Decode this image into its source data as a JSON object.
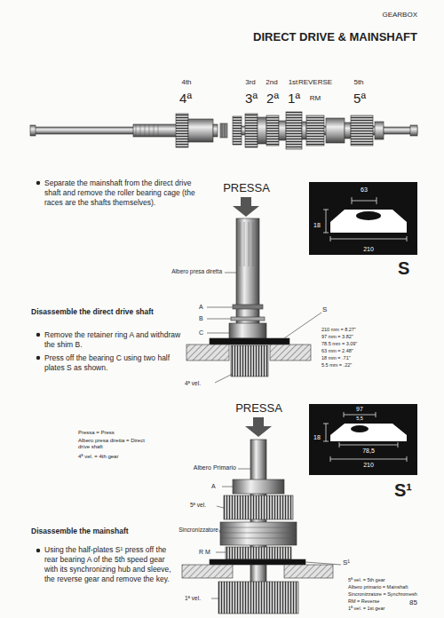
{
  "diagram": {
    "title": "DIRECT DRIVE & MAINSHAFT",
    "nodes": [
      {
        "text": [
          "63",
          "18",
          "210",
          "S"
        ]
      },
      {
        "text": [
          "97",
          "5,5",
          "18",
          "78,5",
          "210",
          "S¹"
        ]
      }
    ],
    "labels": [
      "GEARBOX",
      "4th",
      "3rd",
      "2nd",
      "1st",
      "REVERSE",
      "5th",
      "4ª",
      "3ª",
      "2ª",
      "1ª",
      "RM",
      "5ª",
      "Separate the mainshaft from the direct drive shaft and remove the roller bearing cage (the races are the shafts themselves).",
      "PRESSA",
      "Albero presa diretta",
      "Disassemble the direct drive shaft",
      "Remove the retainer ring A and withdraw the shim B.",
      "Press off the bearing C using two half plates S as shown.",
      "A",
      "B",
      "C",
      "S",
      "4ª vel.",
      "210 mm = 8.27\"",
      "97 mm = 3.82\"",
      "78.5 mm = 3.09\"",
      "63 mm = 2.48\"",
      "18 mm = .71\"",
      "5.5 mm = .22\"",
      "Pressa = Press",
      "Albero presa diretta = Direct drive shaft",
      "4ª vel. = 4th gear",
      "PRESSA",
      "Albero Primario",
      "A",
      "5ª vel.",
      "Sincronizzatore",
      "R M",
      "1ª vel.",
      "S¹",
      "Disassemble the mainshaft",
      "Using the half-plates S¹ press off the rear bearing A of the 5th speed gear with its synchronizing hub and sleeve, the reverse gear and remove the key.",
      "5ª vel. = 5th gear",
      "Albero primario = Mainshaft",
      "Sincronizzatore = Synchromesh",
      "RM = Reverse",
      "1ª vel. = 1st gear",
      "85"
    ]
  }
}
